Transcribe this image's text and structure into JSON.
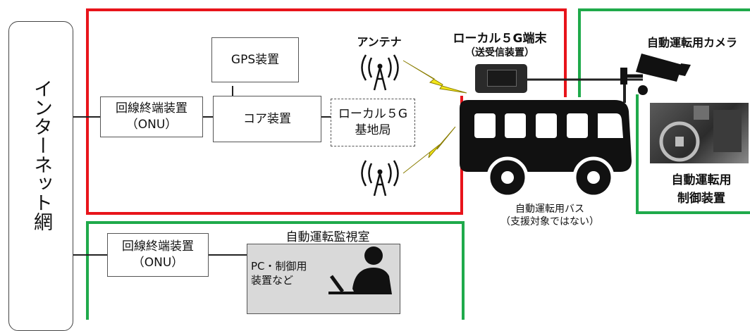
{
  "internet": {
    "label": "インターネット網"
  },
  "red_zone": {
    "gps": "GPS装置",
    "onu": "回線終端装置\n（ONU）",
    "core": "コア装置",
    "base_station": "ローカル５G\n基地局",
    "antenna_label": "アンテナ",
    "terminal_title": "ローカル５G端末",
    "terminal_sub": "（送受信装置）"
  },
  "green_right": {
    "camera_label": "自動運転用カメラ",
    "control_label": "自動運転用\n制御装置"
  },
  "bus": {
    "label": "自動運転用バス\n（支援対象ではない）"
  },
  "monitor_room": {
    "title": "自動運転監視室",
    "onu": "回線終端装置\n（ONU）",
    "pc": "PC・制御用\n装置など"
  },
  "colors": {
    "red_frame": "#e8141b",
    "green_frame": "#1faa4b",
    "bolt": "#f3e61a",
    "gray_box": "#d9d9d9"
  }
}
